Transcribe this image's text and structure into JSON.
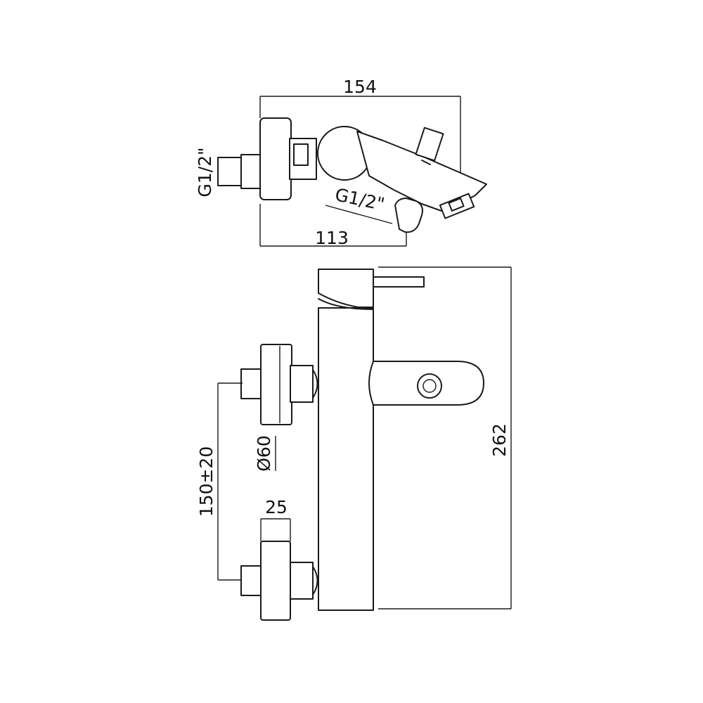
{
  "dimensions": {
    "total_width": "154",
    "inlet_to_outlet": "113",
    "inlet_thread": "G1/2\"",
    "shower_thread": "G1/2\"",
    "total_height": "262",
    "inlet_centers": "150±20",
    "escutcheon_diameter": "Ø60",
    "escutcheon_depth": "25"
  }
}
